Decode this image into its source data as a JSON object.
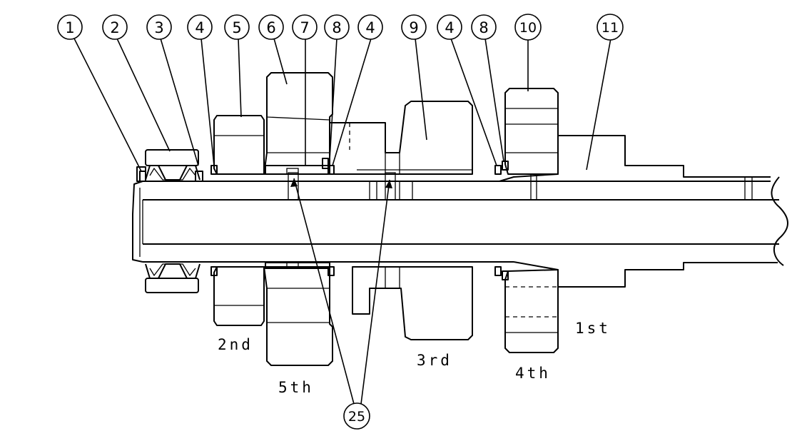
{
  "callouts": [
    "1",
    "2",
    "3",
    "4",
    "5",
    "6",
    "7",
    "8",
    "4",
    "9",
    "4",
    "8",
    "10",
    "11",
    "25"
  ],
  "gear_labels": {
    "first": "1st",
    "second": "2nd",
    "third": "3rd",
    "fourth": "4th",
    "fifth": "5th"
  }
}
